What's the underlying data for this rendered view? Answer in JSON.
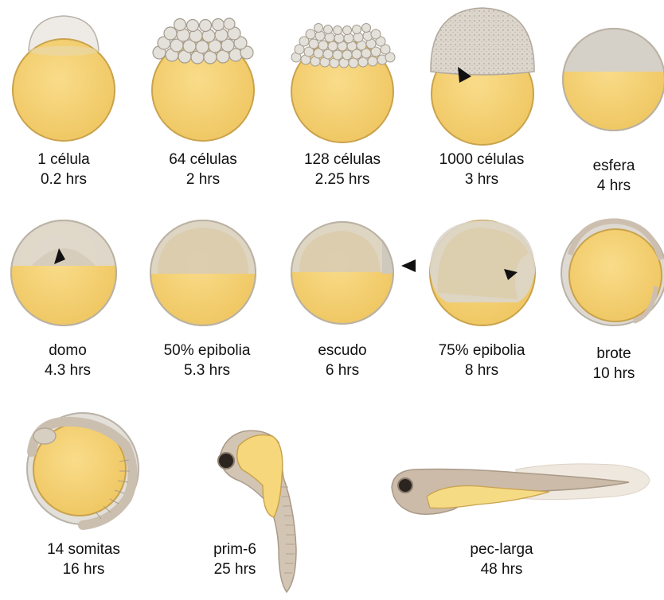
{
  "stages": [
    {
      "name": "1 célula",
      "time": "0.2 hrs"
    },
    {
      "name": "64 células",
      "time": "2 hrs"
    },
    {
      "name": "128 células",
      "time": "2.25 hrs"
    },
    {
      "name": "1000 células",
      "time": "3 hrs"
    },
    {
      "name": "esfera",
      "time": "4 hrs"
    },
    {
      "name": "domo",
      "time": "4.3 hrs"
    },
    {
      "name": "50% epibolia",
      "time": "5.3 hrs"
    },
    {
      "name": "escudo",
      "time": "6 hrs"
    },
    {
      "name": "75% epibolia",
      "time": "8 hrs"
    },
    {
      "name": "brote",
      "time": "10 hrs"
    },
    {
      "name": "14 somitas",
      "time": "16 hrs"
    },
    {
      "name": "prim-6",
      "time": "25 hrs"
    },
    {
      "name": "pec-larga",
      "time": "48 hrs"
    }
  ],
  "colors": {
    "yolk": "#f2cc6a",
    "yolk_outline": "#c9a24c",
    "blastoderm": "#d9d4cb",
    "chorion": "#e2ddd7",
    "tissue": "#cdbfb0",
    "eye": "#2b241f",
    "arrowhead": "#111111"
  }
}
